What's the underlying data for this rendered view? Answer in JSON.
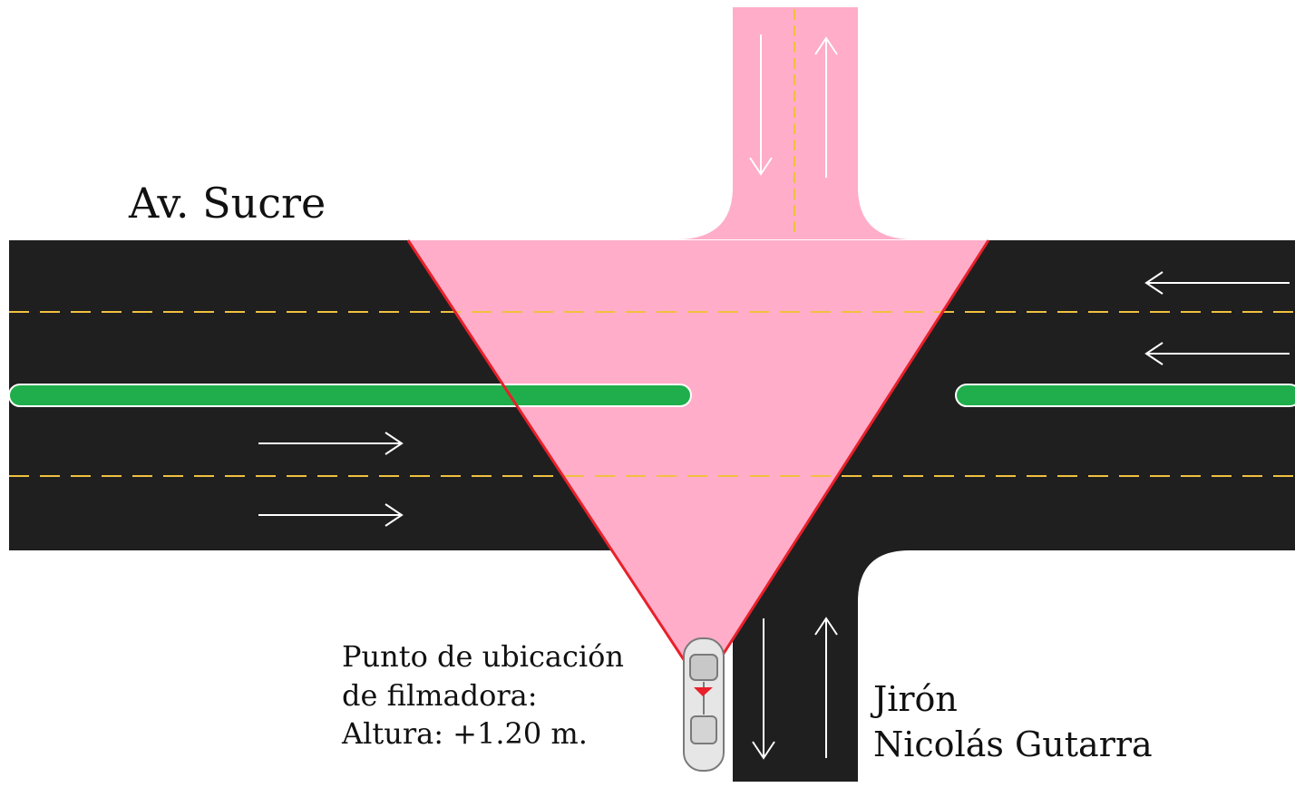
{
  "labels": {
    "avenue": "Av. Sucre",
    "camera_line1": "Punto de ubicación",
    "camera_line2": "de filmadora:",
    "camera_line3": "Altura: +1.20 m.",
    "street_line1": "Jirón",
    "street_line2": "Nicolás Gutarra"
  },
  "colors": {
    "road": "#1f1f1f",
    "view_zone": "#ffadc9",
    "view_edge": "#e8202a",
    "median": "#1fae4b",
    "lane_line": "#f0c040",
    "arrow": "#ffffff"
  },
  "icons": {
    "camera": "car-icon",
    "direction": "arrow-icon"
  }
}
